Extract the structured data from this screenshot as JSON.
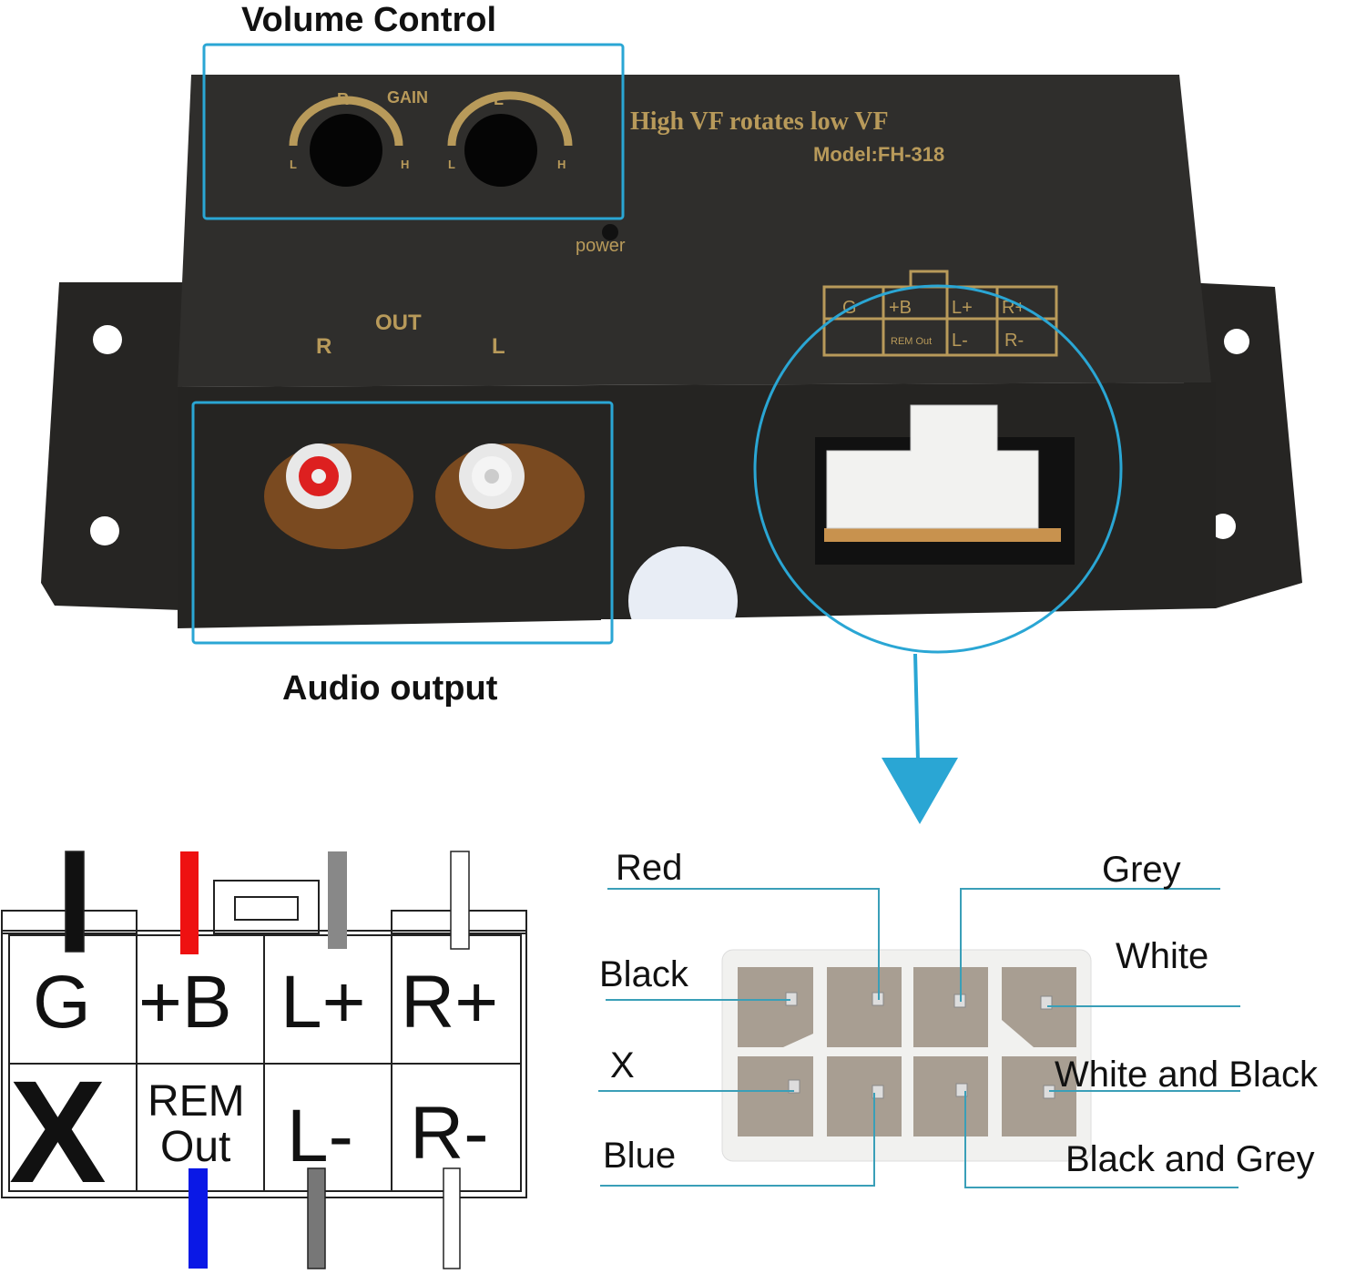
{
  "callouts": {
    "volume_control": "Volume Control",
    "audio_output": "Audio output"
  },
  "device": {
    "gain_label": "GAIN",
    "gain_r": "R",
    "gain_l": "L",
    "knob_low": "L",
    "knob_high": "H",
    "title": "High VF rotates low VF",
    "model": "Model:FH-318",
    "power": "power",
    "out_label": "OUT",
    "out_r": "R",
    "out_l": "L",
    "printed_pins": [
      "G",
      "+B",
      "L+",
      "R+",
      "",
      "REM Out",
      "L-",
      "R-"
    ]
  },
  "pinout": {
    "top_row": [
      "G",
      "+B",
      "L+",
      "R+"
    ],
    "bottom_row": [
      "X",
      "REM",
      "Out",
      "L-",
      "R-"
    ],
    "wire_colors_top": [
      "#111111",
      "#ee1111",
      "#888888",
      "#ffffff"
    ],
    "wire_colors_bottom": [
      "#0a18e6",
      "#777777",
      "#ffffff"
    ]
  },
  "connector_labels": {
    "red": "Red",
    "grey": "Grey",
    "black": "Black",
    "white": "White",
    "x": "X",
    "white_and_black": "White and Black",
    "blue": "Blue",
    "black_and_grey": "Black and Grey"
  },
  "colors": {
    "accent": "#2aa6d4",
    "callout_line": "#3a9fb8",
    "device_body": "#2c2b29",
    "print_gold": "#b89a5a"
  }
}
